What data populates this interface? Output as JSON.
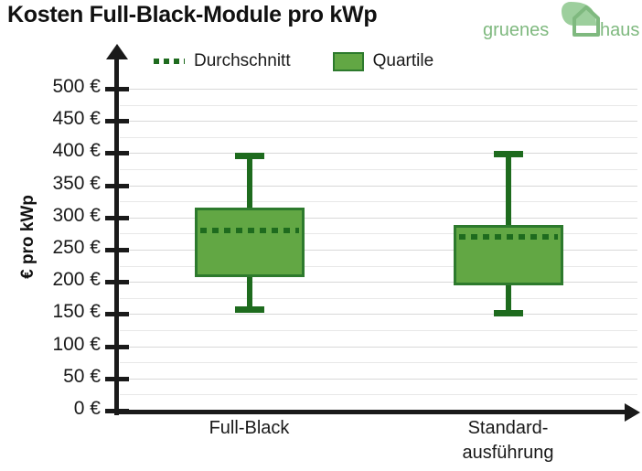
{
  "title": "Kosten Full-Black-Module pro kWp",
  "logo": {
    "word_left": "gruenes",
    "word_right": "haus",
    "leaf_icon": "leaf-icon",
    "house_icon": "house-outline-icon",
    "color": "#7FB97F"
  },
  "legend": {
    "position": "top",
    "entries": [
      {
        "label": "Durchschnitt",
        "marker": "dotted-line",
        "color": "#1E6B1E"
      },
      {
        "label": "Quartile",
        "marker": "filled-box",
        "color": "#62A744"
      }
    ]
  },
  "colors": {
    "box_fill": "#62A744",
    "box_border": "#2D7A2D",
    "whisker": "#1E6B1E",
    "mean": "#1E6B1E",
    "axis": "#1a1a1a",
    "gridline": "#d8d8d8"
  },
  "chart_data": {
    "type": "bar",
    "plot_kind": "box-and-whisker",
    "title": "Kosten Full-Black-Module pro kWp",
    "xlabel": "",
    "ylabel": "€ pro kWp",
    "ylim": [
      0,
      500
    ],
    "ytick_step": 50,
    "minor_grid_step": 25,
    "grid": true,
    "ytick_labels": [
      "500 €",
      "450 €",
      "400 €",
      "350 €",
      "300 €",
      "250 €",
      "200 €",
      "150 €",
      "100 €",
      "50 €",
      "0 €"
    ],
    "ytick_values": [
      500,
      450,
      400,
      350,
      300,
      250,
      200,
      150,
      100,
      50,
      0
    ],
    "categories": [
      "Full-Black",
      "Standard-ausführung"
    ],
    "category_labels": [
      {
        "line1": "Full-Black",
        "line2": ""
      },
      {
        "line1": "Standard-",
        "line2": "ausführung"
      }
    ],
    "series": [
      {
        "name": "Full-Black",
        "whisker_low": 157,
        "q1": 208,
        "mean": 280,
        "q3": 315,
        "whisker_high": 397
      },
      {
        "name": "Standard-ausführung",
        "whisker_low": 152,
        "q1": 194,
        "mean": 270,
        "q3": 288,
        "whisker_high": 399
      }
    ]
  }
}
